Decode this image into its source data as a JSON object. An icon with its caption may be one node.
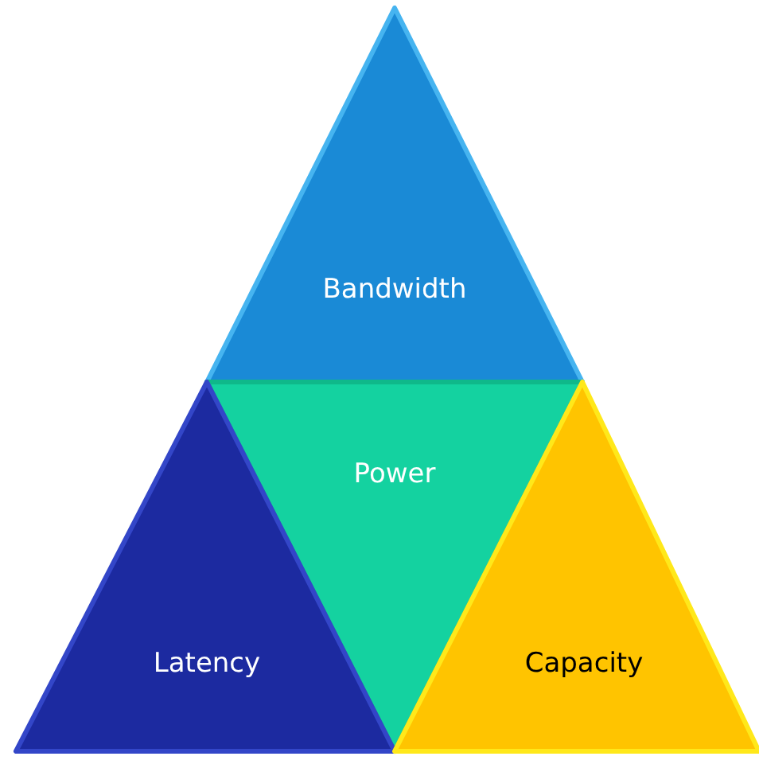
{
  "diagram": {
    "nodes": [
      {
        "text": [
          "Bandwidth"
        ]
      },
      {
        "text": [
          "Power"
        ]
      },
      {
        "text": [
          "Latency"
        ]
      },
      {
        "text": [
          "Capacity"
        ]
      }
    ]
  }
}
